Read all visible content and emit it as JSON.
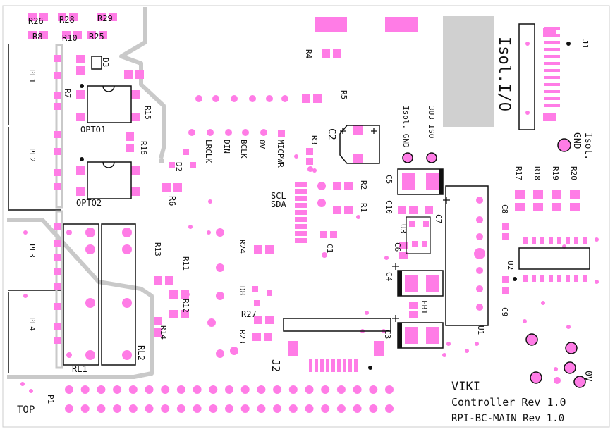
{
  "colors": {
    "pad": "#ff7ce6",
    "outline": "#111111",
    "trace": "#c9c9c9",
    "board_edge": "#cccccc"
  },
  "labels": {
    "top": "TOP",
    "viki": "VIKI",
    "controller_rev": "Controller Rev 1.0",
    "board_rev": "RPI-BC-MAIN Rev 1.0",
    "isol_io": "Isol.I/O",
    "isol_gnd_right_1": "Isol.",
    "isol_gnd_right_2": "GND",
    "isol_gnd_mid": "Isol. GND",
    "v3u3_iso": "3U3_ISO",
    "scl": "SCL",
    "sda": "SDA",
    "zero_v_right": "0V",
    "lrclk": "LRCLK",
    "din": "DIN",
    "bclk": "BCLK",
    "zero_v_mid": "0V",
    "micpwr": "MICPWR"
  },
  "refdes": {
    "r26": "R26",
    "r28": "R28",
    "r29": "R29",
    "r8": "R8",
    "r10": "R10",
    "r25": "R25",
    "d3": "D3",
    "pl1": "PL1",
    "r7": "R7",
    "r15": "R15",
    "opto1": "OPTO1",
    "r16": "R16",
    "pl2": "PL2",
    "d2": "D2",
    "opto2": "OPTO2",
    "r6": "R6",
    "pl3": "PL3",
    "pl4": "PL4",
    "rl1": "RL1",
    "rl2": "RL2",
    "r13": "R13",
    "r11": "R11",
    "r12": "R12",
    "r14": "R14",
    "r24": "R24",
    "d8": "D8",
    "r27": "R27",
    "r23": "R23",
    "j2": "J2",
    "p1": "P1",
    "r4": "R4",
    "r5": "R5",
    "c2": "C2",
    "r3": "R3",
    "r2": "R2",
    "r1": "R1",
    "c1": "C1",
    "c5": "C5",
    "c10": "C10",
    "u3": "U3",
    "c6": "C6",
    "c7": "C7",
    "c4": "C4",
    "fb1": "FB1",
    "c3": "C3",
    "u1": "U1",
    "j1": "J1",
    "r17": "R17",
    "r18": "R18",
    "r19": "R19",
    "r20": "R20",
    "c8": "C8",
    "u2": "U2",
    "c9": "C9"
  }
}
